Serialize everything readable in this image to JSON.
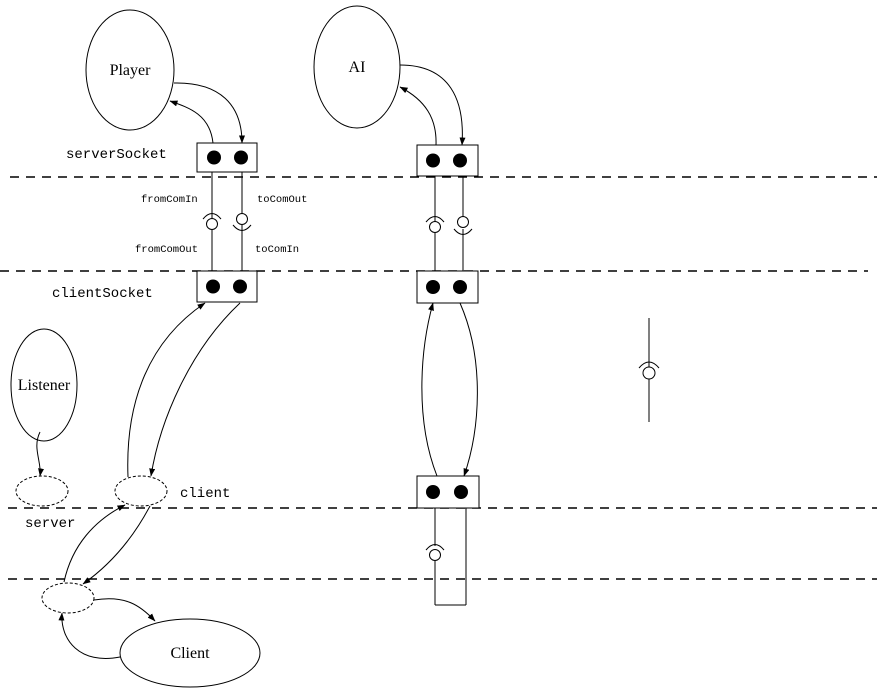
{
  "nodes": {
    "player": "Player",
    "ai": "AI",
    "listener": "Listener",
    "client": "Client"
  },
  "labels": {
    "server_socket": "serverSocket",
    "client_socket": "clientSocket",
    "client": "client",
    "server": "server",
    "from_com_in": "fromComIn",
    "to_com_out": "toComOut",
    "from_com_out": "fromComOut",
    "to_com_in": "toComIn"
  }
}
